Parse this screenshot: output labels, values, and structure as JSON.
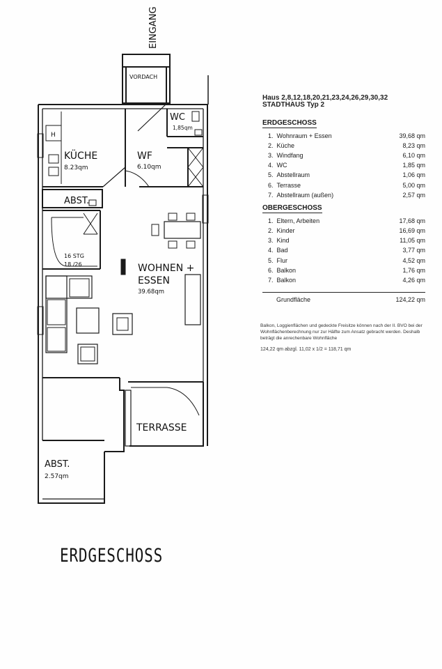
{
  "plan": {
    "entrance_label": "EINGANG",
    "rooms": {
      "canopy": "VORDACH",
      "wc": {
        "name": "WC",
        "area": "1,85qm"
      },
      "kitchen": {
        "name": "KÜCHE",
        "area": "8.23qm"
      },
      "hall": {
        "name": "WF",
        "area": "6.10qm"
      },
      "storage": "ABST.",
      "stairs_count": "16 STG",
      "stairs_dim": "18 /26",
      "living": {
        "name_1": "WOHNEN +",
        "name_2": "ESSEN",
        "area": "39.68qm"
      },
      "terrace": "TERRASSE",
      "storage_out": {
        "name": "ABST.",
        "area": "2.57qm"
      },
      "hob_mark": "H"
    }
  },
  "legend": {
    "house_numbers": "Haus 2,8,12,18,20,21,23,24,26,29,30,32",
    "type": "STADTHAUS  Typ 2",
    "ground_floor": {
      "title": "ERDGESCHOSS",
      "items": [
        {
          "no": "1.",
          "name": "Wohnraum + Essen",
          "area": "39,68 qm"
        },
        {
          "no": "2.",
          "name": "Küche",
          "area": "8,23 qm"
        },
        {
          "no": "3.",
          "name": "Windfang",
          "area": "6,10 qm"
        },
        {
          "no": "4.",
          "name": "WC",
          "area": "1,85 qm"
        },
        {
          "no": "5.",
          "name": "Abstellraum",
          "area": "1,06 qm"
        },
        {
          "no": "6.",
          "name": "Terrasse",
          "area": "5,00 qm"
        },
        {
          "no": "7.",
          "name": "Abstellraum (außen)",
          "area": "2,57 qm"
        }
      ]
    },
    "upper_floor": {
      "title": "OBERGESCHOSS",
      "items": [
        {
          "no": "1.",
          "name": "Eltern, Arbeiten",
          "area": "17,68 qm"
        },
        {
          "no": "2.",
          "name": "Kinder",
          "area": "16,69 qm"
        },
        {
          "no": "3.",
          "name": "Kind",
          "area": "11,05 qm"
        },
        {
          "no": "4.",
          "name": "Bad",
          "area": "3,77 qm"
        },
        {
          "no": "5.",
          "name": "Flur",
          "area": "4,52 qm"
        },
        {
          "no": "6.",
          "name": "Balkon",
          "area": "1,76 qm"
        },
        {
          "no": "7.",
          "name": "Balkon",
          "area": "4,26 qm"
        }
      ]
    },
    "total": {
      "label": "Grundfläche",
      "area": "124,22 qm"
    },
    "note": "Balkon, Loggienflächen und gedeckte Freisitze können nach der II. BVO bei der Wohnflächenberechnung nur zur Hälfte zum Ansatz gebracht werden. Deshalb beträgt die anrechenbare Wohnfläche",
    "calculation": "124,22 qm abzgl. 11,02 x 1/2 = 118,71 qm"
  },
  "footer_title": "ERDGESCHOSS"
}
